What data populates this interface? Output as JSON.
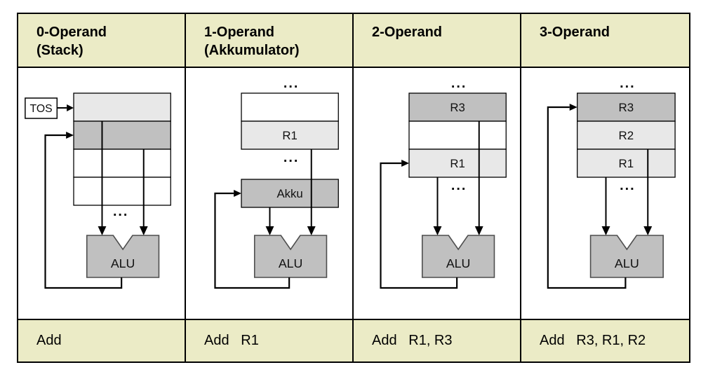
{
  "colors": {
    "band_background": "#EBEBC6",
    "register_dark": "#C0C0C0",
    "register_light": "#E8E8E8",
    "register_white": "#FFFFFF",
    "alu_fill": "#C0C0C0",
    "line_color": "#000000"
  },
  "columns": [
    {
      "header_line1": "0-Operand",
      "header_line2": "(Stack)",
      "instruction": "Add",
      "tos_label": "TOS",
      "dots_bottom": "...",
      "alu_label": "ALU"
    },
    {
      "header_line1": "1-Operand",
      "header_line2": "(Akkumulator)",
      "instruction": "Add   R1",
      "dots_top": "...",
      "reg2_label": "R1",
      "dots_bottom": "...",
      "akku_label": "Akku",
      "alu_label": "ALU"
    },
    {
      "header_line1": "2-Operand",
      "header_line2": "",
      "instruction": "Add   R1, R3",
      "dots_top": "...",
      "reg1_label": "R3",
      "reg3_label": "R1",
      "dots_bottom": "...",
      "alu_label": "ALU"
    },
    {
      "header_line1": "3-Operand",
      "header_line2": "",
      "instruction": "Add   R3, R1, R2",
      "dots_top": "...",
      "reg1_label": "R3",
      "reg2_label": "R2",
      "reg3_label": "R1",
      "dots_bottom": "...",
      "alu_label": "ALU"
    }
  ]
}
